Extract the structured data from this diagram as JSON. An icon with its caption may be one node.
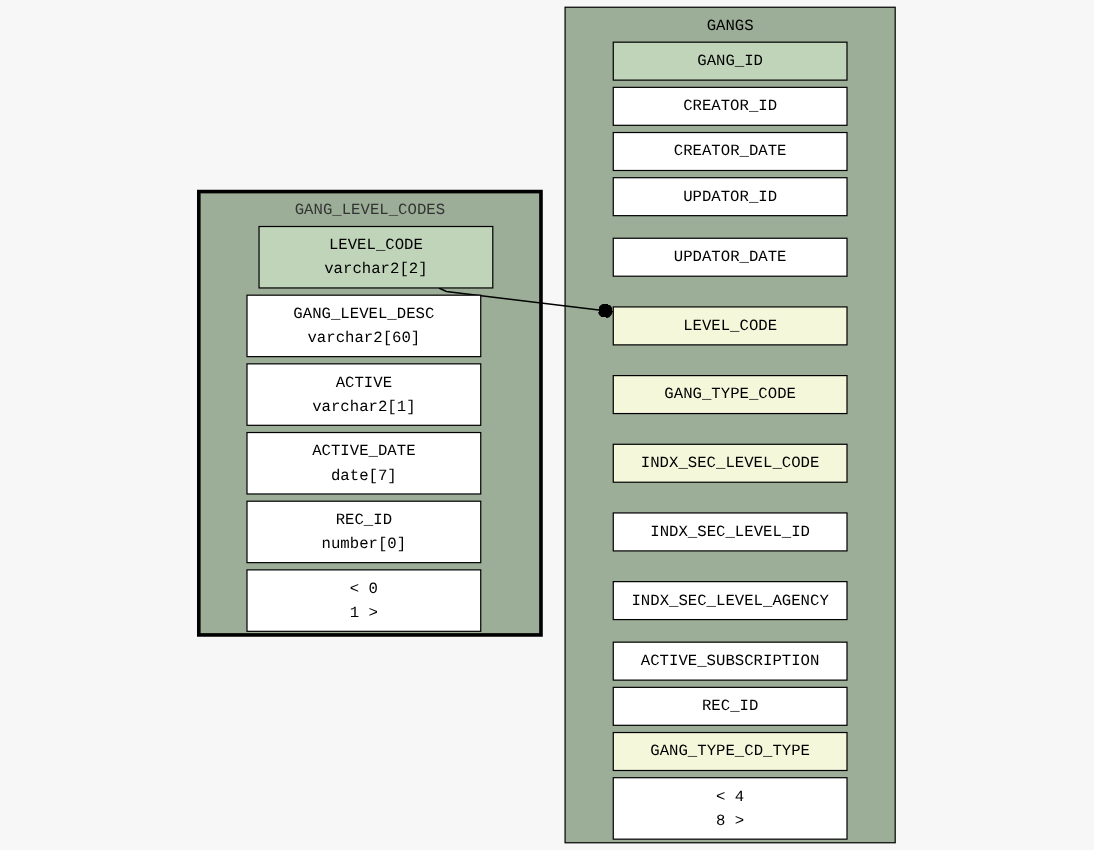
{
  "diagram": {
    "nodes": [
      {
        "text": [
          "GANG_LEVEL_CODES"
        ]
      },
      {
        "text": [
          "LEVEL_CODE",
          "varchar2[2]"
        ],
        "in": 0
      },
      {
        "text": [
          "GANG_LEVEL_DESC",
          "varchar2[60]"
        ],
        "in": 0
      },
      {
        "text": [
          "ACTIVE",
          "varchar2[1]"
        ],
        "in": 0
      },
      {
        "text": [
          "ACTIVE_DATE",
          "date[7]"
        ],
        "in": 0
      },
      {
        "text": [
          "REC_ID",
          "number[0]"
        ],
        "in": 0
      },
      {
        "text": [
          "< 0",
          "1 >"
        ],
        "in": 0
      },
      {
        "text": [
          "GANGS"
        ]
      },
      {
        "text": [
          "GANG_ID"
        ],
        "in": 7
      },
      {
        "text": [
          "CREATOR_ID"
        ],
        "in": 7
      },
      {
        "text": [
          "CREATOR_DATE"
        ],
        "in": 7
      },
      {
        "text": [
          "UPDATOR_ID"
        ],
        "in": 7
      },
      {
        "text": [
          "UPDATOR_DATE"
        ],
        "in": 7
      },
      {
        "text": [
          "LEVEL_CODE"
        ],
        "in": 7
      },
      {
        "text": [
          "GANG_TYPE_CODE"
        ],
        "in": 7
      },
      {
        "text": [
          "INDX_SEC_LEVEL_CODE"
        ],
        "in": 7
      },
      {
        "text": [
          "INDX_SEC_LEVEL_ID"
        ],
        "in": 7
      },
      {
        "text": [
          "INDX_SEC_LEVEL_AGENCY"
        ],
        "in": 7
      },
      {
        "text": [
          "ACTIVE_SUBSCRIPTION"
        ],
        "in": 7
      },
      {
        "text": [
          "REC_ID"
        ],
        "in": 7
      },
      {
        "text": [
          "GANG_TYPE_CD_TYPE"
        ],
        "in": 7
      },
      {
        "text": [
          "< 4",
          "8 >"
        ],
        "in": 7
      }
    ],
    "edges": [
      {
        "from": 1,
        "to": 13,
        "arrow": "other"
      }
    ]
  }
}
